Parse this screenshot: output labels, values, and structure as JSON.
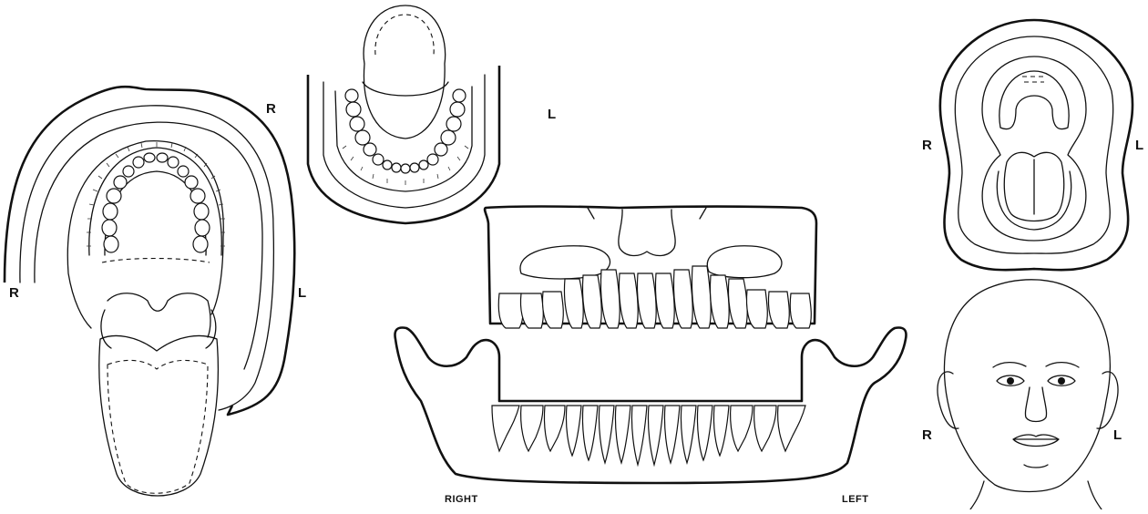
{
  "labels": {
    "open_mouth_upper": {
      "right": "R",
      "left": "L"
    },
    "lower_jaw": {
      "right": "R",
      "left": "L"
    },
    "face_mouth": {
      "right": "R",
      "left": "L"
    },
    "face_front": {
      "right": "R",
      "left": "L"
    },
    "panoramic": {
      "right": "RIGHT",
      "left": "LEFT"
    }
  }
}
